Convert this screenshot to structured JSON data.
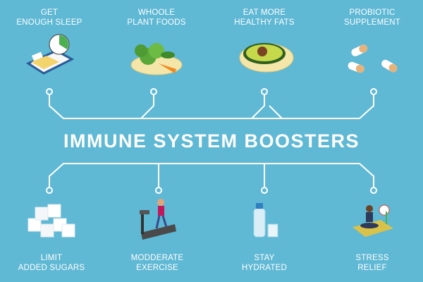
{
  "title": "IMMUNE SYSTEM BOOSTERS",
  "colors": {
    "background": "#5fb8d4",
    "line": "#ffffff"
  },
  "items": [
    {
      "line1": "GET",
      "line2": "ENOUGH SLEEP",
      "icon": "bed-clock-icon"
    },
    {
      "line1": "WHOOLE",
      "line2": "PLANT FOODS",
      "icon": "vegetable-plate-icon"
    },
    {
      "line1": "EAT MORE",
      "line2": "HEALTHY FATS",
      "icon": "avocado-plate-icon"
    },
    {
      "line1": "PROBIOTIC",
      "line2": "SUPPLEMENT",
      "icon": "capsule-pills-icon"
    },
    {
      "line1": "LIMIT",
      "line2": "ADDED SUGARS",
      "icon": "sugar-cubes-icon"
    },
    {
      "line1": "MODDERATE",
      "line2": "EXERCISE",
      "icon": "treadmill-icon"
    },
    {
      "line1": "STAY",
      "line2": "HYDRATED",
      "icon": "water-bottle-icon"
    },
    {
      "line1": "STRESS",
      "line2": "RELIEF",
      "icon": "meditation-icon"
    }
  ]
}
